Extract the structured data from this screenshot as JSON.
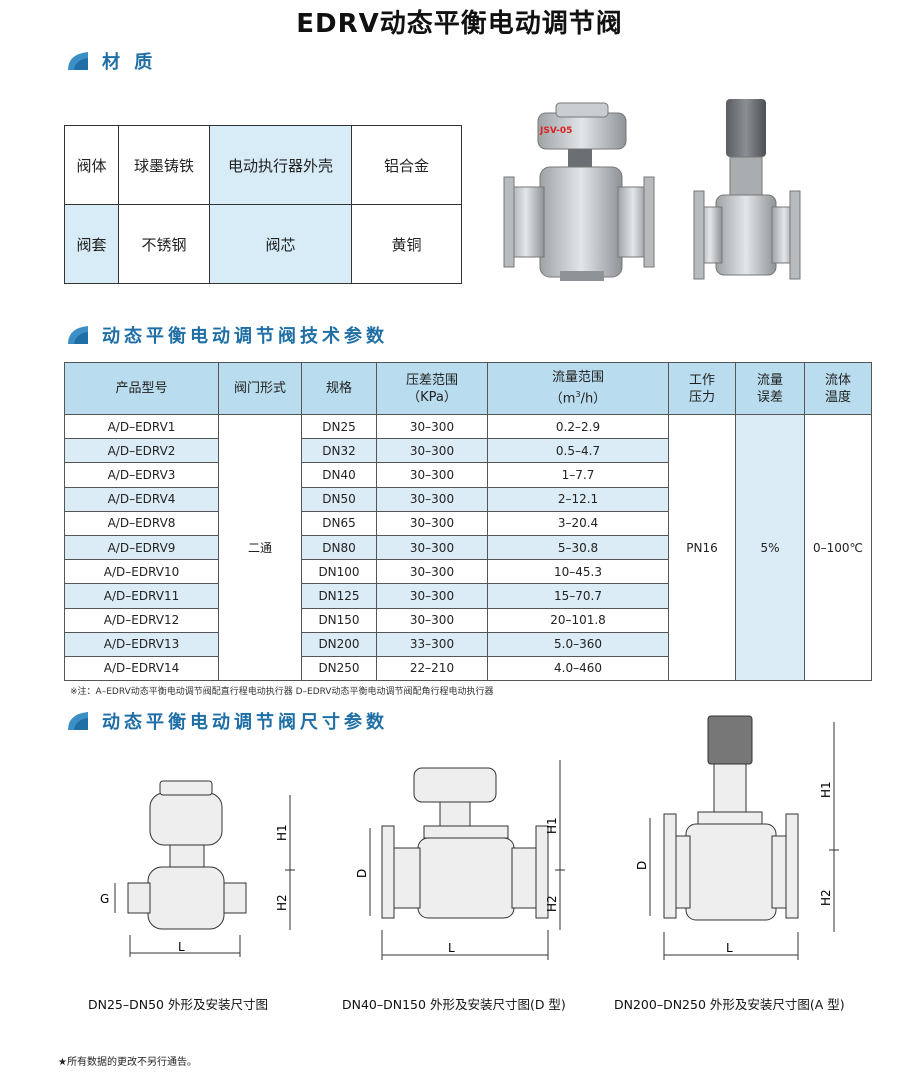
{
  "title": "EDRV动态平衡电动调节阀",
  "sections": {
    "materials": "材 质",
    "tech": "动态平衡电动调节阀技术参数",
    "dims": "动态平衡电动调节阀尺寸参数"
  },
  "materials": {
    "row1": [
      "阀体",
      "球墨铸铁",
      "电动执行器外壳",
      "铝合金"
    ],
    "row2": [
      "阀套",
      "不锈钢",
      "阀芯",
      "黄铜"
    ]
  },
  "photo": {
    "badge": "JSV-05"
  },
  "tech": {
    "headers": {
      "model": "产品型号",
      "form": "阀门形式",
      "spec": "规格",
      "dp_a": "压差范围",
      "dp_b": "（KPa）",
      "flow_a": "流量范围",
      "flow_b_pre": "（m",
      "flow_b_sup": "3",
      "flow_b_post": "/h）",
      "press_a": "工作",
      "press_b": "压力",
      "err_a": "流量",
      "err_b": "误差",
      "temp_a": "流体",
      "temp_b": "温度"
    },
    "form_value": "二通",
    "pressure_value": "PN16",
    "error_value": "5%",
    "temp_value": "0–100℃",
    "rows": [
      {
        "model": "A/D–EDRV1",
        "spec": "DN25",
        "dp": "30–300",
        "flow": "0.2–2.9"
      },
      {
        "model": "A/D–EDRV2",
        "spec": "DN32",
        "dp": "30–300",
        "flow": "0.5–4.7"
      },
      {
        "model": "A/D–EDRV3",
        "spec": "DN40",
        "dp": "30–300",
        "flow": "1–7.7"
      },
      {
        "model": "A/D–EDRV4",
        "spec": "DN50",
        "dp": "30–300",
        "flow": "2–12.1"
      },
      {
        "model": "A/D–EDRV8",
        "spec": "DN65",
        "dp": "30–300",
        "flow": "3–20.4"
      },
      {
        "model": "A/D–EDRV9",
        "spec": "DN80",
        "dp": "30–300",
        "flow": "5–30.8"
      },
      {
        "model": "A/D–EDRV10",
        "spec": "DN100",
        "dp": "30–300",
        "flow": "10–45.3"
      },
      {
        "model": "A/D–EDRV11",
        "spec": "DN125",
        "dp": "30–300",
        "flow": "15–70.7"
      },
      {
        "model": "A/D–EDRV12",
        "spec": "DN150",
        "dp": "30–300",
        "flow": "20–101.8"
      },
      {
        "model": "A/D–EDRV13",
        "spec": "DN200",
        "dp": "33–300",
        "flow": "5.0–360"
      },
      {
        "model": "A/D–EDRV14",
        "spec": "DN250",
        "dp": "22–210",
        "flow": "4.0–460"
      }
    ]
  },
  "note": "※注：A–EDRV动态平衡电动调节阀配直行程电动执行器    D–EDRV动态平衡电动调节阀配角行程电动执行器",
  "drawings": {
    "d1": {
      "caption": "DN25–DN50 外形及安装尺寸图",
      "h1": "H1",
      "h2": "H2",
      "g": "G",
      "l": "L"
    },
    "d2": {
      "caption": "DN40–DN150 外形及安装尺寸图(D 型)",
      "h1": "H1",
      "h2": "H2",
      "d": "D",
      "l": "L"
    },
    "d3": {
      "caption": "DN200–DN250 外形及安装尺寸图(A 型)",
      "h1": "H1",
      "h2": "H2",
      "d": "D",
      "l": "L"
    }
  },
  "footer": "★所有数据的更改不另行通告。",
  "colors": {
    "accent": "#1f6fa6",
    "header_bg": "#b9dcee",
    "row_bg": "#dcecf6"
  }
}
